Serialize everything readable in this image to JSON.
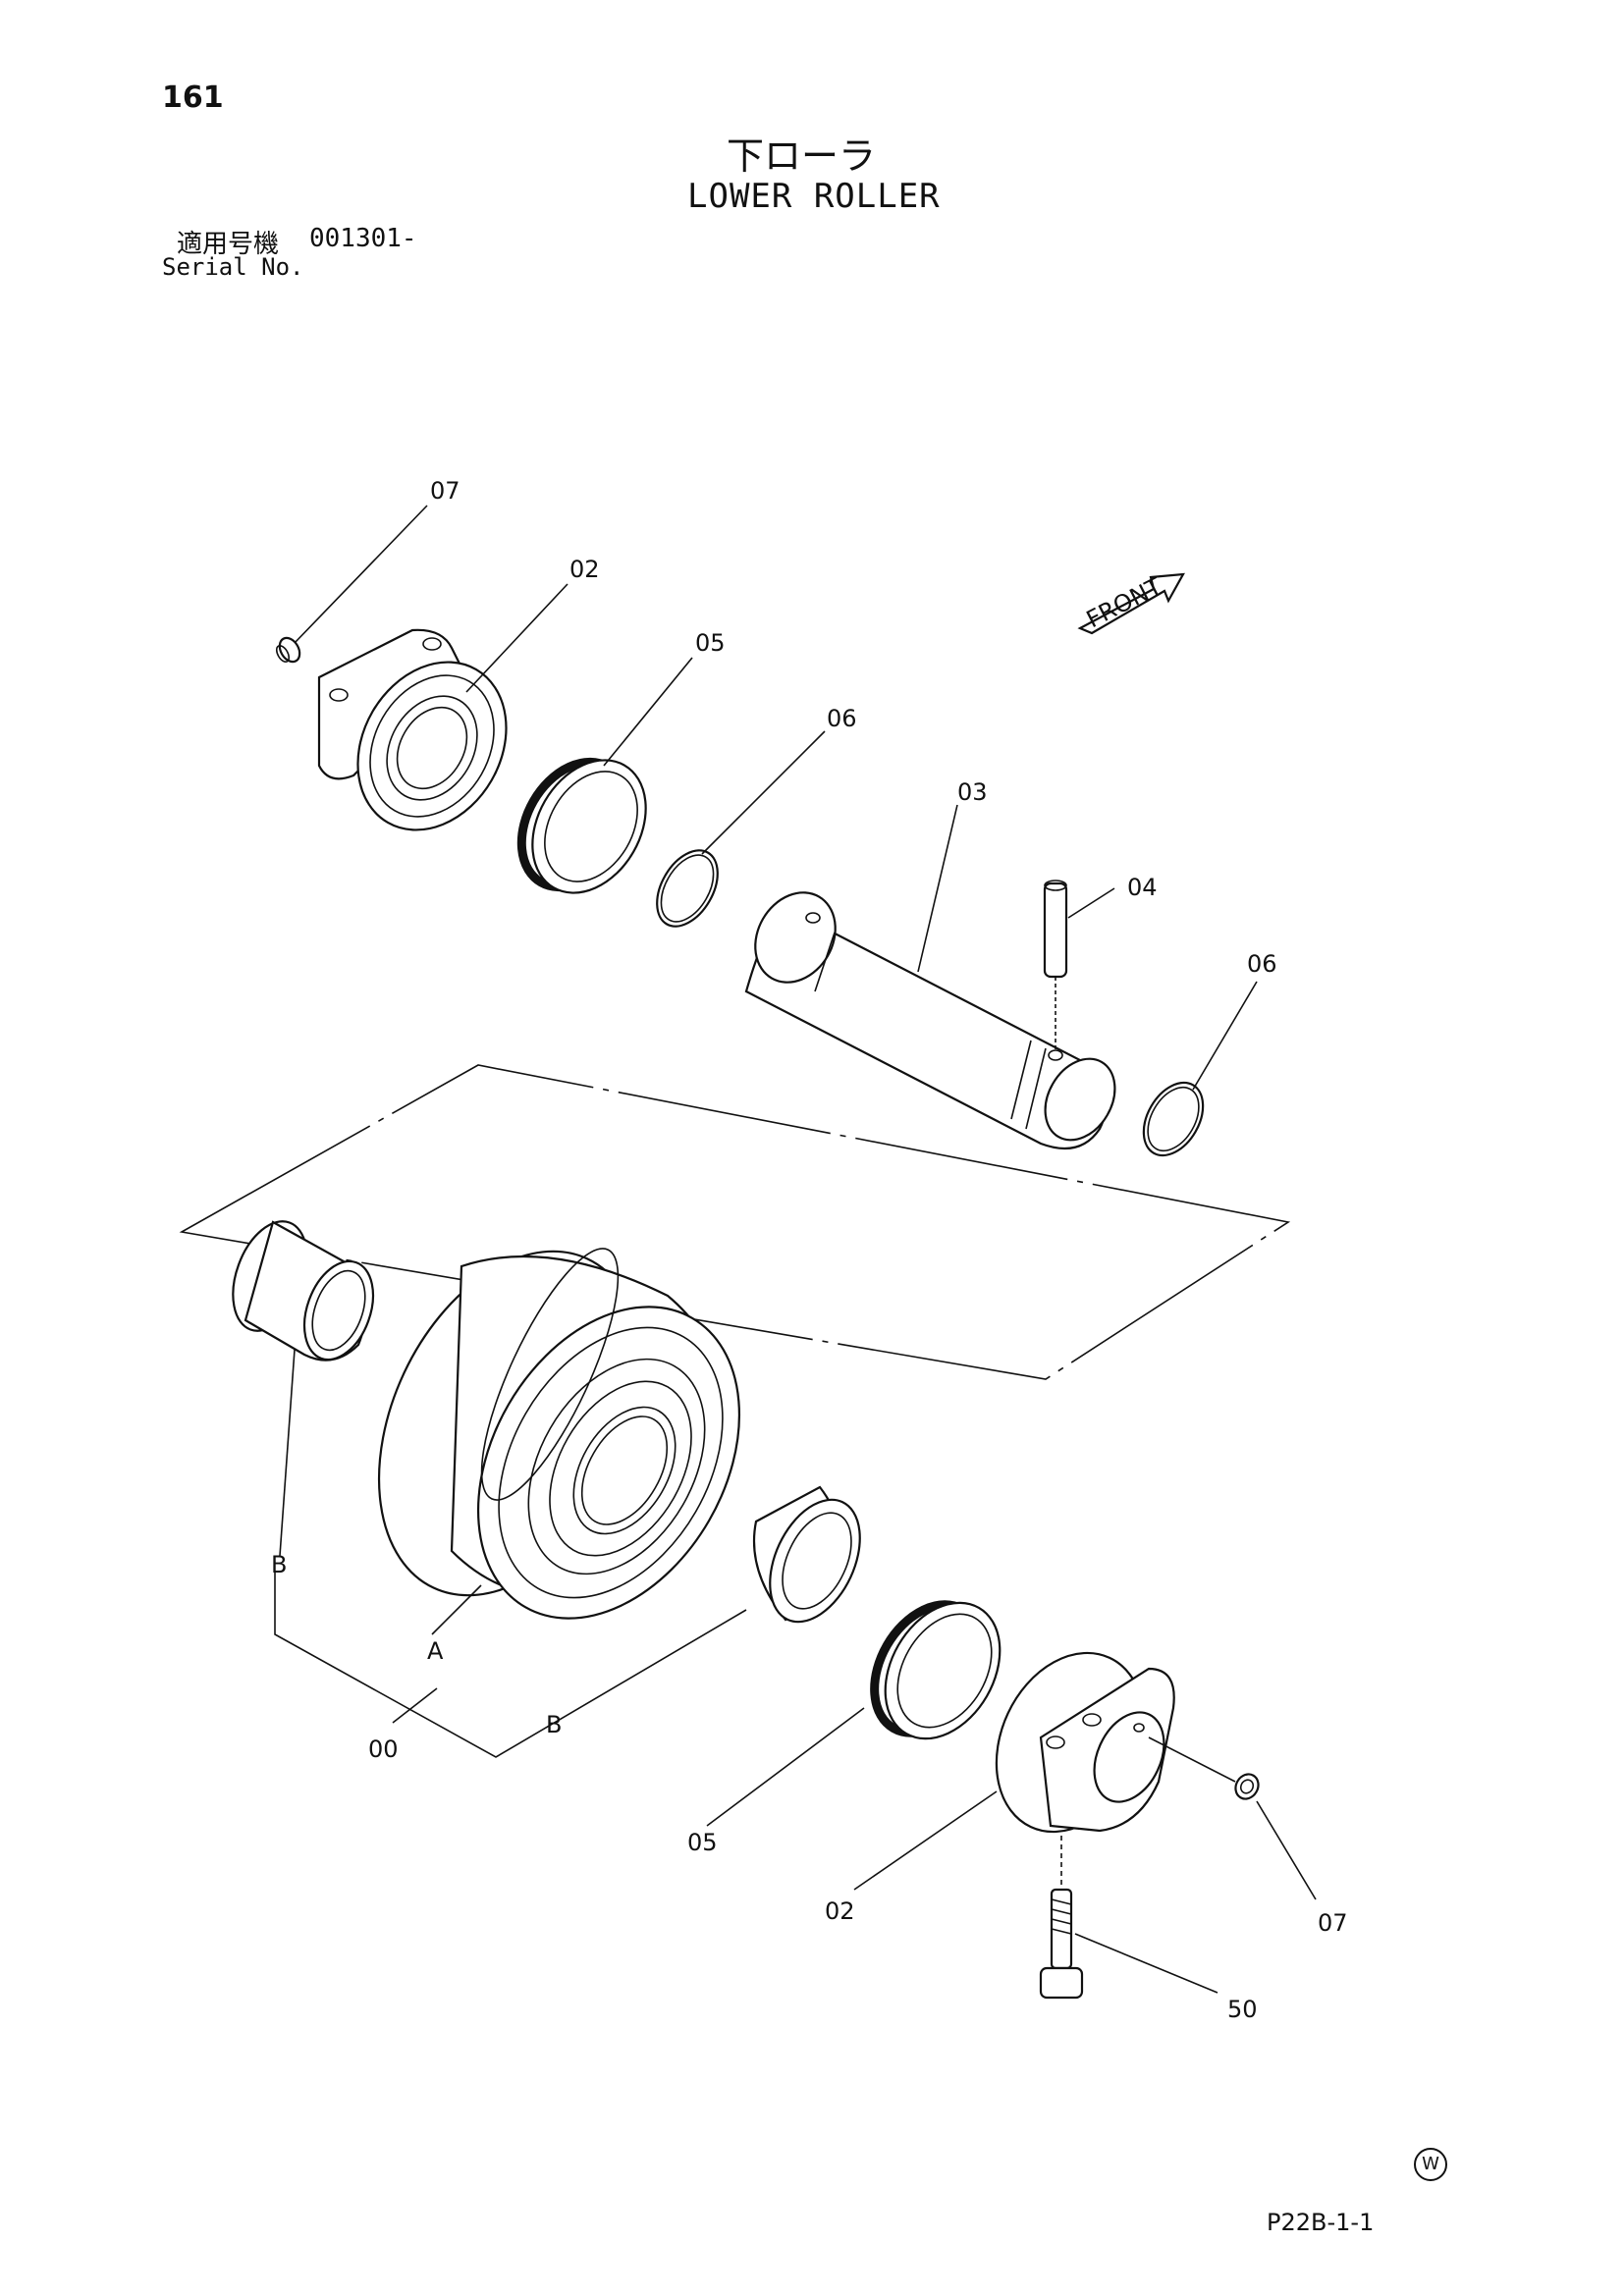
{
  "header": {
    "page_number": "161",
    "title_jp": "下ローラ",
    "title_en": "LOWER ROLLER",
    "serial_label_jp": "適用号機",
    "serial_value": "001301-",
    "serial_label_en": "Serial No."
  },
  "footer": {
    "doc_code": "P22B-1-1",
    "mark": "W"
  },
  "diagram": {
    "front_label": "FRONT",
    "callouts": {
      "part_07_top": "07",
      "part_02_top": "02",
      "part_05_top": "05",
      "part_06_top": "06",
      "part_03": "03",
      "part_04": "04",
      "part_06_right": "06",
      "group_b_left": "B",
      "group_a": "A",
      "part_00": "00",
      "group_b_bottom": "B",
      "part_05_bottom": "05",
      "part_02_bottom": "02",
      "part_07_bottom": "07",
      "part_50": "50"
    }
  }
}
